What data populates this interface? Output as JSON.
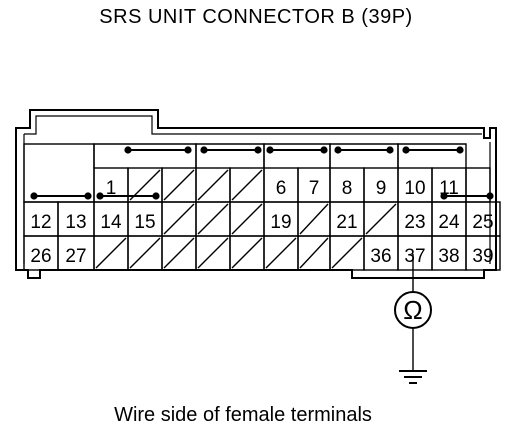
{
  "title": "SRS UNIT CONNECTOR B (39P)",
  "caption": "Wire side of female terminals",
  "meter_symbol": "Ω",
  "connector": {
    "pins_row1": [
      "1",
      "",
      "",
      "",
      "",
      "6",
      "7",
      "8",
      "9",
      "10",
      "11"
    ],
    "pins_row2": [
      "12",
      "13",
      "14",
      "15",
      "",
      "",
      "",
      "19",
      "",
      "21",
      "",
      "23",
      "24",
      "25"
    ],
    "pins_row3": [
      "26",
      "27",
      "",
      "",
      "",
      "",
      "",
      "",
      "",
      "",
      "36",
      "37",
      "38",
      "39"
    ]
  },
  "probe_terminal": "37",
  "ground_icon": "ground-icon",
  "meter_icon": "ohmmeter-icon"
}
